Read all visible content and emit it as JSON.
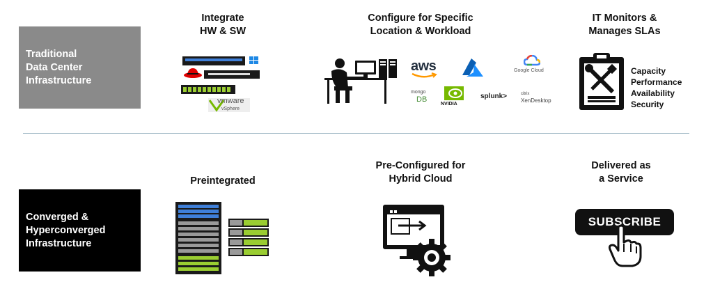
{
  "rows": {
    "traditional": {
      "label_lines": [
        "Traditional",
        "Data Center",
        "Infrastructure"
      ],
      "color": "#8a8a8a"
    },
    "converged": {
      "label_lines": [
        "Converged &",
        "Hyperconverged",
        "Infrastructure"
      ],
      "color": "#000000"
    }
  },
  "top_steps": [
    {
      "lines": [
        "Integrate",
        "HW & SW"
      ]
    },
    {
      "lines": [
        "Configure for Specific",
        "Location & Workload"
      ]
    },
    {
      "lines": [
        "IT Monitors &",
        "Manages SLAs"
      ]
    }
  ],
  "bottom_steps": [
    {
      "lines": [
        "Preintegrated"
      ]
    },
    {
      "lines": [
        "Pre-Configured for",
        "Hybrid Cloud"
      ]
    },
    {
      "lines": [
        "Delivered as",
        "a Service"
      ]
    }
  ],
  "logos": {
    "vmware": "vmware",
    "vsphere": "vSphere",
    "aws": "aws",
    "google_cloud": "Google Cloud",
    "mongodb_top": "mongo",
    "mongodb_bottom": "DB",
    "nvidia": "NVIDIA",
    "splunk": "splunk>",
    "citrix_top": "citrix",
    "citrix_bottom": "XenDesktop"
  },
  "sla_items": [
    "Capacity",
    "Performance",
    "Availability",
    "Security"
  ],
  "subscribe_label": "SUBSCRIBE",
  "colors": {
    "divider": "#9bb4c2",
    "aws_orange": "#ff9900",
    "azure_blue": "#0078d4",
    "nvidia_green": "#76b900",
    "mongo_green": "#4a8f3a",
    "redhat_red": "#e00000",
    "rack_green": "#9acd32",
    "rack_blue": "#3f7fd8"
  }
}
